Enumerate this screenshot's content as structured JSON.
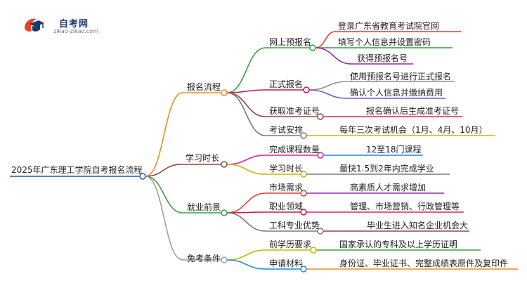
{
  "logo": {
    "title": "自考网",
    "subtitle": "zikao-zikao.com"
  },
  "root": {
    "label": "2025年广东理工学院自考报名流程",
    "color": "#1f5aa6"
  },
  "branches": [
    {
      "label": "报名流程",
      "color": "#f08c1e",
      "children": [
        {
          "label": "网上预报名",
          "color": "#38a33d",
          "children": [
            {
              "label": "登录广东省教育考试院官网",
              "color": "#e53935"
            },
            {
              "label": "填写个人信息并设置密码",
              "color": "#2f9e44"
            },
            {
              "label": "获得预报名号",
              "color": "#9c27b0"
            }
          ]
        },
        {
          "label": "正式报名",
          "color": "#c2185b",
          "children": [
            {
              "label": "使用预报名号进行正式报名",
              "color": "#8e8e8e"
            },
            {
              "label": "确认个人信息并缴纳费用",
              "color": "#7b4fd0"
            }
          ]
        },
        {
          "label": "获取准考证号",
          "color": "#8d4a3b",
          "children": [
            {
              "label": "报名确认后生成准考证号",
              "color": "#e91e63"
            }
          ]
        },
        {
          "label": "考试安排",
          "color": "#7a7a7a",
          "children": [
            {
              "label": "每年三次考试机会（1月、4月、10月）",
              "color": "#c9b800"
            }
          ]
        }
      ]
    },
    {
      "label": "学习时长",
      "color": "#8d4a3b",
      "children": [
        {
          "label": "完成课程数量",
          "color": "#e91e8c",
          "children": [
            {
              "label": "12至18门课程",
              "color": "#1e88e5"
            }
          ]
        },
        {
          "label": "学习时长",
          "color": "#c9b800",
          "children": [
            {
              "label": "最快1.5到2年内完成学业",
              "color": "#7a7a7a"
            }
          ]
        }
      ]
    },
    {
      "label": "就业前景",
      "color": "#38a33d",
      "children": [
        {
          "label": "市场需求",
          "color": "#e53935",
          "children": [
            {
              "label": "高素质人才需求增加",
              "color": "#9c27b0"
            }
          ]
        },
        {
          "label": "职业领域",
          "color": "#c2185b",
          "children": [
            {
              "label": "管理、市场营销、行政管理等",
              "color": "#e91e63"
            }
          ]
        },
        {
          "label": "工科专业优势",
          "color": "#7a7a7a",
          "children": [
            {
              "label": "毕业生进入知名企业机会大",
              "color": "#8d4a3b"
            }
          ]
        }
      ]
    },
    {
      "label": "免考条件",
      "color": "#9e9e9e",
      "children": [
        {
          "label": "前学历要求",
          "color": "#c9b800",
          "children": [
            {
              "label": "国家承认的专科及以上学历证明",
              "color": "#38a33d"
            }
          ]
        },
        {
          "label": "申请材料",
          "color": "#1e88e5",
          "children": [
            {
              "label": "身份证、毕业证书、完整成绩表原件及复印件",
              "color": "#f08c1e"
            }
          ]
        }
      ]
    }
  ]
}
